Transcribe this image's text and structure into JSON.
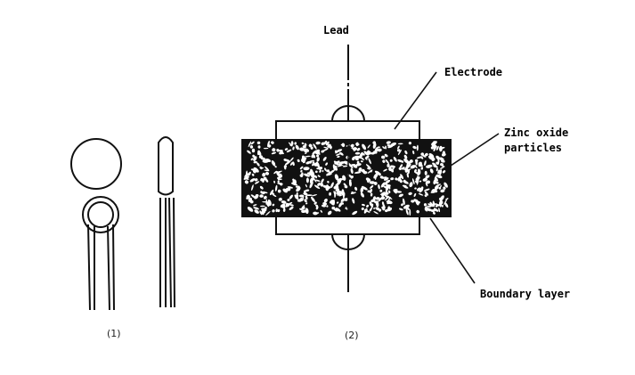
{
  "figure1": {
    "caption": "(1)"
  },
  "figure2": {
    "caption": "(2)",
    "labels": {
      "lead": "Lead",
      "electrode": "Electrode",
      "zinc_oxide_line1": "Zinc oxide",
      "zinc_oxide_line2": "particles",
      "boundary_layer": "Boundary layer"
    }
  }
}
